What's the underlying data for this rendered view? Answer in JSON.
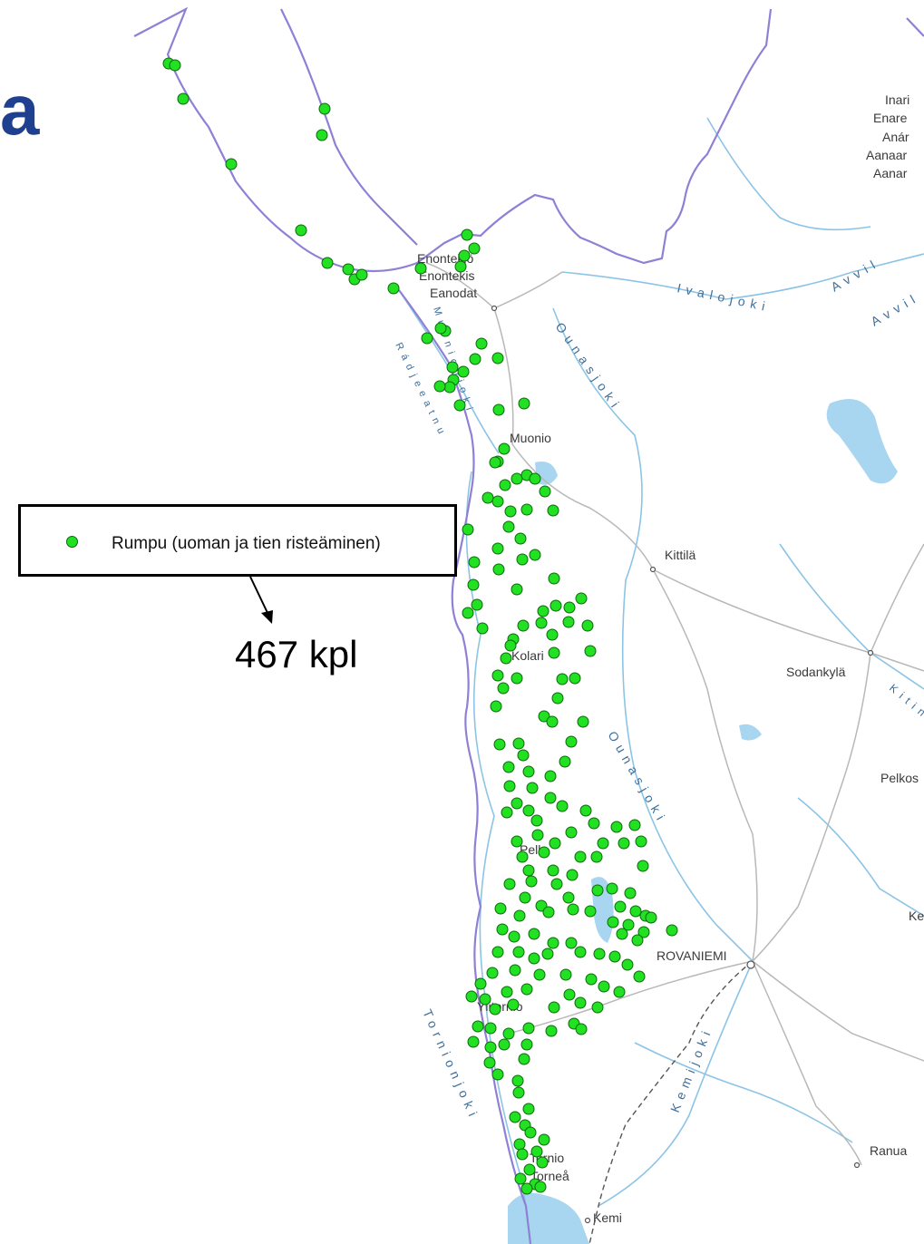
{
  "title_fragment": "a",
  "legend": {
    "label": "Rumpu (uoman ja tien risteäminen)",
    "count": "467 kpl"
  },
  "colors": {
    "culvert": "#22e022",
    "culvert_outline": "#0a6a0a",
    "border": "#8f80d6",
    "water": "#a8d6f0",
    "road": "#b0b0b0",
    "title": "#1f3f8f"
  },
  "places": [
    {
      "name": "Inari"
    },
    {
      "name": "Enare"
    },
    {
      "name": "Anár"
    },
    {
      "name": "Aanaar"
    },
    {
      "name": "Aanar"
    },
    {
      "name": "Enontekiö"
    },
    {
      "name": "Enontekis"
    },
    {
      "name": "Eanodat"
    },
    {
      "name": "Muonio"
    },
    {
      "name": "Kittilä"
    },
    {
      "name": "Kolari"
    },
    {
      "name": "Sodankylä"
    },
    {
      "name": "Pelkos"
    },
    {
      "name": "Ke"
    },
    {
      "name": "ROVANIEMI"
    },
    {
      "name": "Ylitornio"
    },
    {
      "name": "Pello"
    },
    {
      "name": "Tornio"
    },
    {
      "name": "Torneå"
    },
    {
      "name": "Kemi"
    },
    {
      "name": "Ranua"
    }
  ],
  "rivers": [
    {
      "name": "Ivalojoki"
    },
    {
      "name": "Ounasjoki"
    },
    {
      "name": "Ounasjoki"
    },
    {
      "name": "Tornionjoki"
    },
    {
      "name": "Kemijoki"
    },
    {
      "name": "Muonionjoki"
    },
    {
      "name": "Rádjeeatnu"
    },
    {
      "name": "Avvil"
    },
    {
      "name": "Avvil"
    },
    {
      "name": "Kitin"
    }
  ]
}
